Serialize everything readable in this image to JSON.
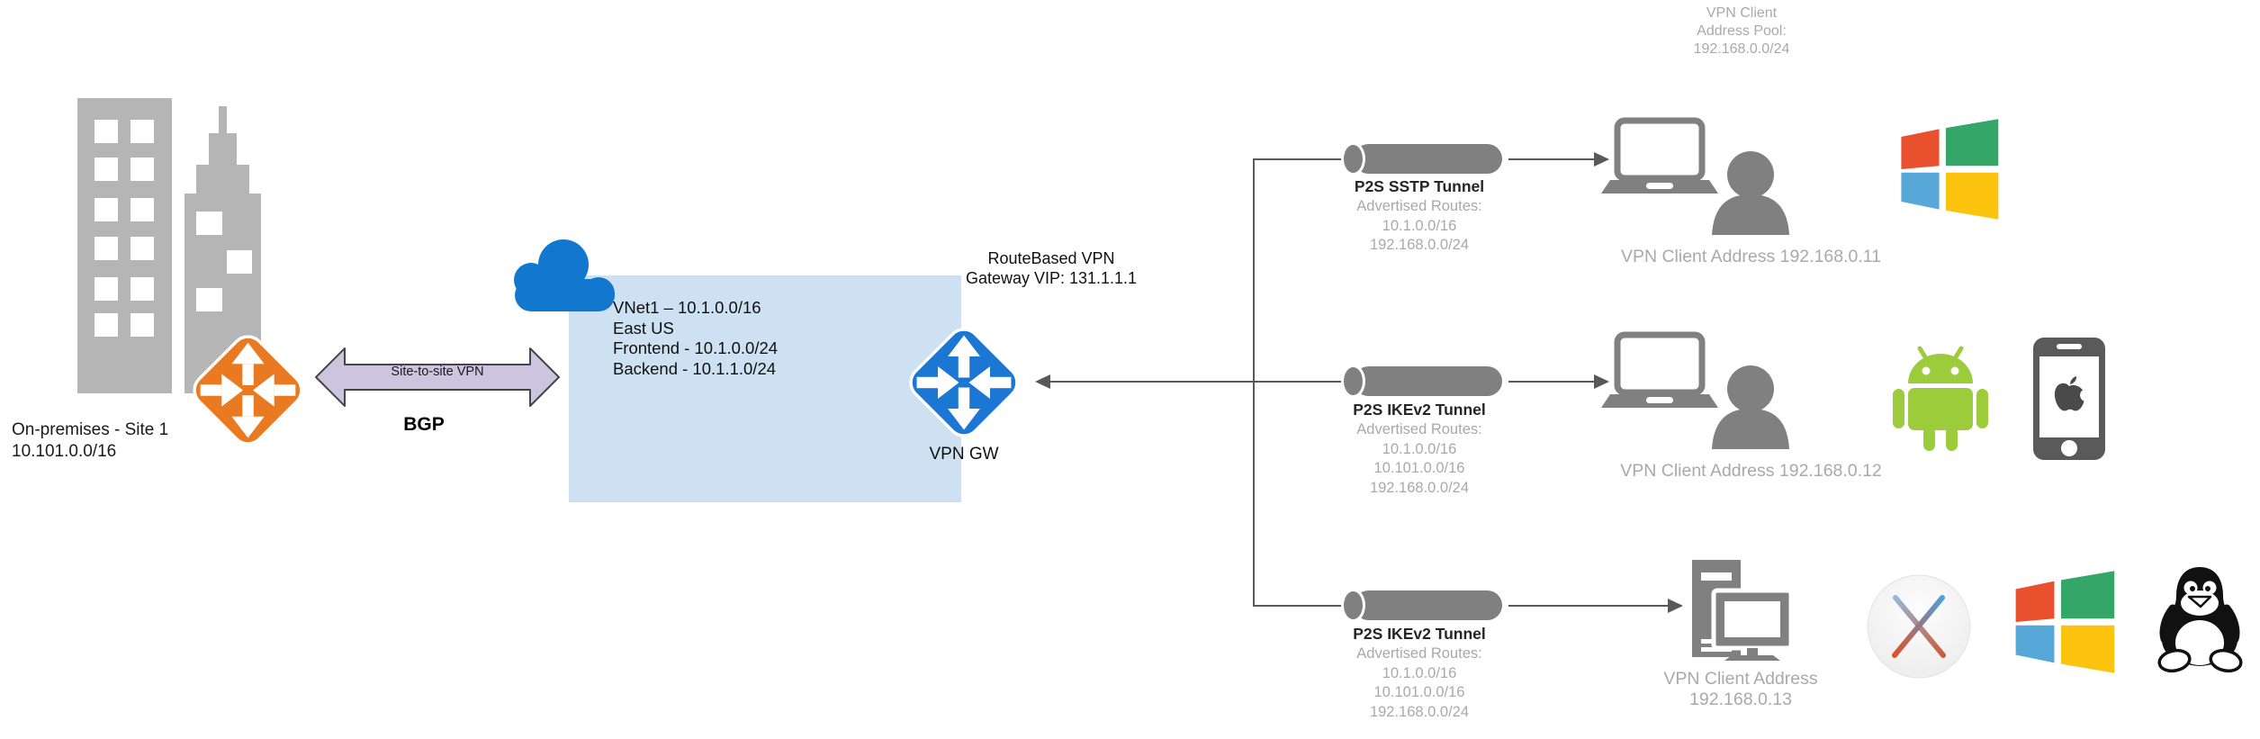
{
  "colors": {
    "azure-blue": "#1B77D3",
    "orange": "#EA7A22",
    "vnet-box": "#CEE1F2",
    "cloud-blue": "#1177CF",
    "arrow-fill": "#CDC5DF",
    "gray-icon": "#808080",
    "building-gray": "#B5B5B5",
    "line-gray": "#595959",
    "muted-text": "#A9A9A9",
    "android-green": "#9CCB3B"
  },
  "on_premises": {
    "title": "On-premises - Site 1",
    "subnet": "10.101.0.0/16"
  },
  "site_to_site": {
    "arrow_label": "Site-to-site VPN",
    "protocol": "BGP"
  },
  "vnet": {
    "name_line": "VNet1 – 10.1.0.0/16",
    "region": "East US",
    "frontend": "Frontend - 10.1.0.0/24",
    "backend": "Backend - 10.1.1.0/24"
  },
  "gateway": {
    "type_line": "RouteBased VPN",
    "vip_line": "Gateway VIP: 131.1.1.1",
    "label": "VPN GW"
  },
  "address_pool": {
    "line1": "VPN Client",
    "line2": "Address Pool:",
    "line3": "192.168.0.0/24"
  },
  "tunnels": [
    {
      "title": "P2S SSTP Tunnel",
      "routes_heading": "Advertised Routes:",
      "routes": [
        "10.1.0.0/16",
        "192.168.0.0/24"
      ],
      "client": "VPN Client Address 192.168.0.11"
    },
    {
      "title": "P2S IKEv2 Tunnel",
      "routes_heading": "Advertised Routes:",
      "routes": [
        "10.1.0.0/16",
        "10.101.0.0/16",
        "192.168.0.0/24"
      ],
      "client": "VPN Client Address 192.168.0.12"
    },
    {
      "title": "P2S IKEv2 Tunnel",
      "routes_heading": "Advertised Routes:",
      "routes": [
        "10.1.0.0/16",
        "10.101.0.0/16",
        "192.168.0.0/24"
      ],
      "client_line1": "VPN Client Address",
      "client_line2": "192.168.0.13"
    }
  ]
}
